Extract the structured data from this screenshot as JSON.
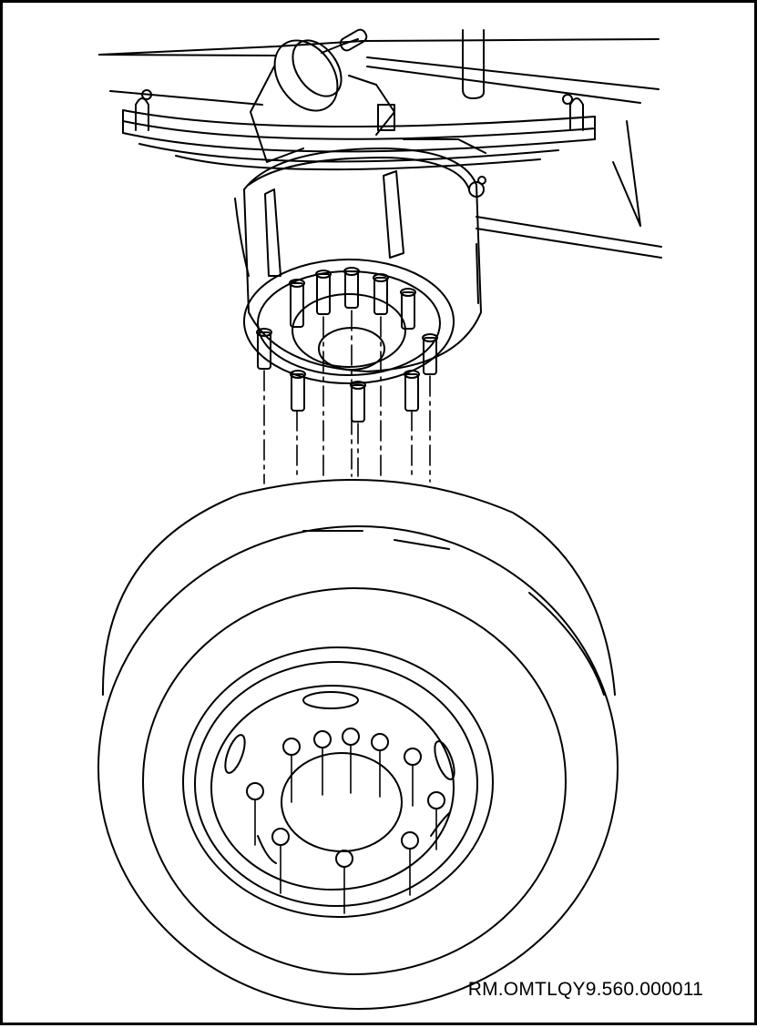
{
  "figure": {
    "reference_code": "RM.OMTLQY9.560.000011",
    "subject": "rear-dual-wheel-installation-on-hub",
    "line_color": "#000000",
    "background_color": "#ffffff",
    "wheel_studs_on_hub": 10,
    "stud_holes_on_wheel": 10
  }
}
